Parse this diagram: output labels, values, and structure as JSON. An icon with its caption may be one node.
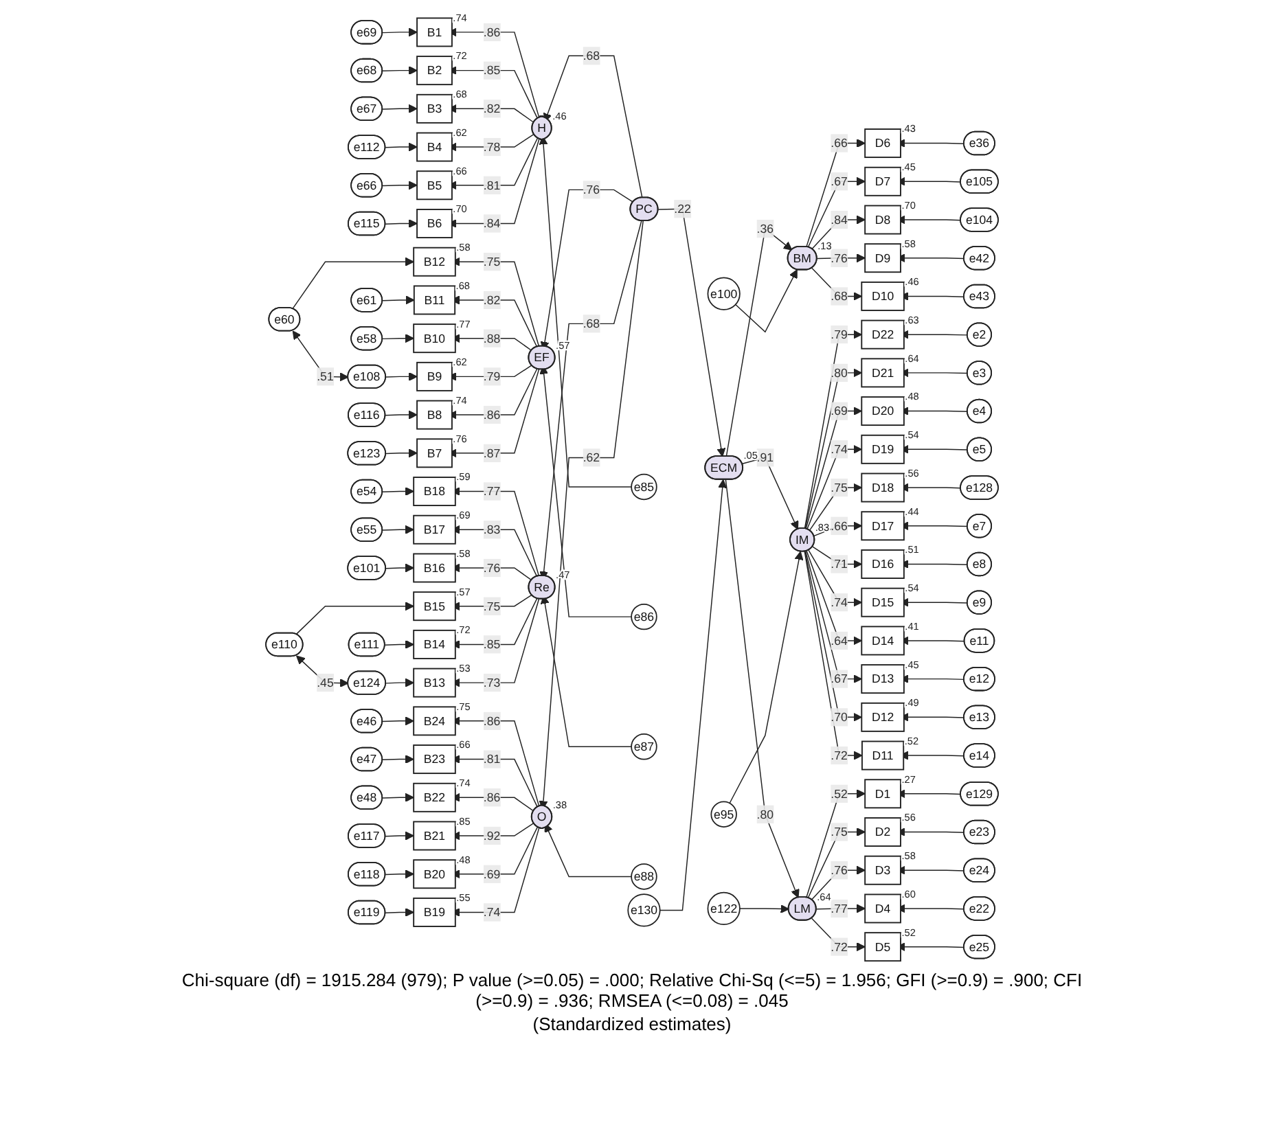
{
  "diagram": {
    "caption": "Chi-square (df) = 1915.284 (979); P value (>=0.05) = .000; Relative Chi-Sq (<=5) = 1.956; GFI (>=0.9) = .900; CFI (>=0.9) = .936; RMSEA (<=0.08) = .045",
    "labels": [
      "(Standardized estimates)"
    ],
    "nodes": [
      {
        "text": [
          "H"
        ],
        "beside": [
          ".46"
        ]
      },
      {
        "text": [
          "EF"
        ],
        "beside": [
          ".57"
        ]
      },
      {
        "text": [
          "Re"
        ],
        "beside": [
          ".47"
        ]
      },
      {
        "text": [
          "O"
        ],
        "beside": [
          ".38"
        ]
      },
      {
        "text": [
          "PC"
        ]
      },
      {
        "text": [
          "ECM"
        ],
        "beside": [
          ".05"
        ]
      },
      {
        "text": [
          "BM"
        ],
        "beside": [
          ".13"
        ]
      },
      {
        "text": [
          "IM"
        ],
        "beside": [
          ".83"
        ]
      },
      {
        "text": [
          "LM"
        ],
        "beside": [
          ".64"
        ]
      },
      {
        "text": [
          "e85"
        ]
      },
      {
        "text": [
          "e86"
        ]
      },
      {
        "text": [
          "e87"
        ]
      },
      {
        "text": [
          "e88"
        ]
      },
      {
        "text": [
          "e130"
        ]
      },
      {
        "text": [
          "e100"
        ]
      },
      {
        "text": [
          "e95"
        ]
      },
      {
        "text": [
          "e122"
        ]
      },
      {
        "text": [
          "B1"
        ],
        "beside": [
          ".74"
        ]
      },
      {
        "text": [
          "B2"
        ],
        "beside": [
          ".72"
        ]
      },
      {
        "text": [
          "B3"
        ],
        "beside": [
          ".68"
        ]
      },
      {
        "text": [
          "B4"
        ],
        "beside": [
          ".62"
        ]
      },
      {
        "text": [
          "B5"
        ],
        "beside": [
          ".66"
        ]
      },
      {
        "text": [
          "B6"
        ],
        "beside": [
          ".70"
        ]
      },
      {
        "text": [
          "B12"
        ],
        "beside": [
          ".58"
        ]
      },
      {
        "text": [
          "B11"
        ],
        "beside": [
          ".68"
        ]
      },
      {
        "text": [
          "B10"
        ],
        "beside": [
          ".77"
        ]
      },
      {
        "text": [
          "B9"
        ],
        "beside": [
          ".62"
        ]
      },
      {
        "text": [
          "B8"
        ],
        "beside": [
          ".74"
        ]
      },
      {
        "text": [
          "B7"
        ],
        "beside": [
          ".76"
        ]
      },
      {
        "text": [
          "B18"
        ],
        "beside": [
          ".59"
        ]
      },
      {
        "text": [
          "B17"
        ],
        "beside": [
          ".69"
        ]
      },
      {
        "text": [
          "B16"
        ],
        "beside": [
          ".58"
        ]
      },
      {
        "text": [
          "B15"
        ],
        "beside": [
          ".57"
        ]
      },
      {
        "text": [
          "B14"
        ],
        "beside": [
          ".72"
        ]
      },
      {
        "text": [
          "B13"
        ],
        "beside": [
          ".53"
        ]
      },
      {
        "text": [
          "B24"
        ],
        "beside": [
          ".75"
        ]
      },
      {
        "text": [
          "B23"
        ],
        "beside": [
          ".66"
        ]
      },
      {
        "text": [
          "B22"
        ],
        "beside": [
          ".74"
        ]
      },
      {
        "text": [
          "B21"
        ],
        "beside": [
          ".85"
        ]
      },
      {
        "text": [
          "B20"
        ],
        "beside": [
          ".48"
        ]
      },
      {
        "text": [
          "B19"
        ],
        "beside": [
          ".55"
        ]
      },
      {
        "text": [
          "e69"
        ]
      },
      {
        "text": [
          "e68"
        ]
      },
      {
        "text": [
          "e67"
        ]
      },
      {
        "text": [
          "e112"
        ]
      },
      {
        "text": [
          "e66"
        ]
      },
      {
        "text": [
          "e115"
        ]
      },
      {
        "text": [
          "e60"
        ]
      },
      {
        "text": [
          "e61"
        ]
      },
      {
        "text": [
          "e58"
        ]
      },
      {
        "text": [
          "e108"
        ]
      },
      {
        "text": [
          "e116"
        ]
      },
      {
        "text": [
          "e123"
        ]
      },
      {
        "text": [
          "e54"
        ]
      },
      {
        "text": [
          "e55"
        ]
      },
      {
        "text": [
          "e101"
        ]
      },
      {
        "text": [
          "e110"
        ]
      },
      {
        "text": [
          "e111"
        ]
      },
      {
        "text": [
          "e124"
        ]
      },
      {
        "text": [
          "e46"
        ]
      },
      {
        "text": [
          "e47"
        ]
      },
      {
        "text": [
          "e48"
        ]
      },
      {
        "text": [
          "e117"
        ]
      },
      {
        "text": [
          "e118"
        ]
      },
      {
        "text": [
          "e119"
        ]
      },
      {
        "text": [
          "D6"
        ],
        "beside": [
          ".43"
        ]
      },
      {
        "text": [
          "D7"
        ],
        "beside": [
          ".45"
        ]
      },
      {
        "text": [
          "D8"
        ],
        "beside": [
          ".70"
        ]
      },
      {
        "text": [
          "D9"
        ],
        "beside": [
          ".58"
        ]
      },
      {
        "text": [
          "D10"
        ],
        "beside": [
          ".46"
        ]
      },
      {
        "text": [
          "D22"
        ],
        "beside": [
          ".63"
        ]
      },
      {
        "text": [
          "D21"
        ],
        "beside": [
          ".64"
        ]
      },
      {
        "text": [
          "D20"
        ],
        "beside": [
          ".48"
        ]
      },
      {
        "text": [
          "D19"
        ],
        "beside": [
          ".54"
        ]
      },
      {
        "text": [
          "D18"
        ],
        "beside": [
          ".56"
        ]
      },
      {
        "text": [
          "D17"
        ],
        "beside": [
          ".44"
        ]
      },
      {
        "text": [
          "D16"
        ],
        "beside": [
          ".51"
        ]
      },
      {
        "text": [
          "D15"
        ],
        "beside": [
          ".54"
        ]
      },
      {
        "text": [
          "D14"
        ],
        "beside": [
          ".41"
        ]
      },
      {
        "text": [
          "D13"
        ],
        "beside": [
          ".45"
        ]
      },
      {
        "text": [
          "D12"
        ],
        "beside": [
          ".49"
        ]
      },
      {
        "text": [
          "D11"
        ],
        "beside": [
          ".52"
        ]
      },
      {
        "text": [
          "D1"
        ],
        "beside": [
          ".27"
        ]
      },
      {
        "text": [
          "D2"
        ],
        "beside": [
          ".56"
        ]
      },
      {
        "text": [
          "D3"
        ],
        "beside": [
          ".58"
        ]
      },
      {
        "text": [
          "D4"
        ],
        "beside": [
          ".60"
        ]
      },
      {
        "text": [
          "D5"
        ],
        "beside": [
          ".52"
        ]
      },
      {
        "text": [
          "e36"
        ]
      },
      {
        "text": [
          "e105"
        ]
      },
      {
        "text": [
          "e104"
        ]
      },
      {
        "text": [
          "e42"
        ]
      },
      {
        "text": [
          "e43"
        ]
      },
      {
        "text": [
          "e2"
        ]
      },
      {
        "text": [
          "e3"
        ]
      },
      {
        "text": [
          "e4"
        ]
      },
      {
        "text": [
          "e5"
        ]
      },
      {
        "text": [
          "e128"
        ]
      },
      {
        "text": [
          "e7"
        ]
      },
      {
        "text": [
          "e8"
        ]
      },
      {
        "text": [
          "e9"
        ]
      },
      {
        "text": [
          "e11"
        ]
      },
      {
        "text": [
          "e12"
        ]
      },
      {
        "text": [
          "e13"
        ]
      },
      {
        "text": [
          "e14"
        ]
      },
      {
        "text": [
          "e129"
        ]
      },
      {
        "text": [
          "e23"
        ]
      },
      {
        "text": [
          "e24"
        ]
      },
      {
        "text": [
          "e22"
        ]
      },
      {
        "text": [
          "e25"
        ]
      }
    ],
    "edges": [
      {
        "from": 4,
        "to": 0,
        "arrow": "to",
        "label": ".68"
      },
      {
        "from": 4,
        "to": 1,
        "arrow": "to",
        "label": ".76"
      },
      {
        "from": 4,
        "to": 2,
        "arrow": "to",
        "label": ".68"
      },
      {
        "from": 4,
        "to": 3,
        "arrow": "to",
        "label": ".62"
      },
      {
        "from": 4,
        "to": 5,
        "arrow": "to",
        "label": ".22"
      },
      {
        "from": 5,
        "to": 6,
        "arrow": "to",
        "label": ".36"
      },
      {
        "from": 5,
        "to": 7,
        "arrow": "to",
        "label": ".91"
      },
      {
        "from": 5,
        "to": 8,
        "arrow": "to",
        "label": ".80"
      },
      {
        "from": 9,
        "to": 0,
        "arrow": "to"
      },
      {
        "from": 10,
        "to": 1,
        "arrow": "to"
      },
      {
        "from": 11,
        "to": 2,
        "arrow": "to"
      },
      {
        "from": 12,
        "to": 3,
        "arrow": "to"
      },
      {
        "from": 13,
        "to": 5,
        "arrow": "to"
      },
      {
        "from": 14,
        "to": 6,
        "arrow": "to"
      },
      {
        "from": 15,
        "to": 7,
        "arrow": "to"
      },
      {
        "from": 16,
        "to": 8,
        "arrow": "to"
      },
      {
        "from": 0,
        "to": 17,
        "arrow": "to",
        "label": ".86"
      },
      {
        "from": 0,
        "to": 18,
        "arrow": "to",
        "label": ".85"
      },
      {
        "from": 0,
        "to": 19,
        "arrow": "to",
        "label": ".82"
      },
      {
        "from": 0,
        "to": 20,
        "arrow": "to",
        "label": ".78"
      },
      {
        "from": 0,
        "to": 21,
        "arrow": "to",
        "label": ".81"
      },
      {
        "from": 0,
        "to": 22,
        "arrow": "to",
        "label": ".84"
      },
      {
        "from": 1,
        "to": 23,
        "arrow": "to",
        "label": ".75"
      },
      {
        "from": 1,
        "to": 24,
        "arrow": "to",
        "label": ".82"
      },
      {
        "from": 1,
        "to": 25,
        "arrow": "to",
        "label": ".88"
      },
      {
        "from": 1,
        "to": 26,
        "arrow": "to",
        "label": ".79"
      },
      {
        "from": 1,
        "to": 27,
        "arrow": "to",
        "label": ".86"
      },
      {
        "from": 1,
        "to": 28,
        "arrow": "to",
        "label": ".87"
      },
      {
        "from": 2,
        "to": 29,
        "arrow": "to",
        "label": ".77"
      },
      {
        "from": 2,
        "to": 30,
        "arrow": "to",
        "label": ".83"
      },
      {
        "from": 2,
        "to": 31,
        "arrow": "to",
        "label": ".76"
      },
      {
        "from": 2,
        "to": 32,
        "arrow": "to",
        "label": ".75"
      },
      {
        "from": 2,
        "to": 33,
        "arrow": "to",
        "label": ".85"
      },
      {
        "from": 2,
        "to": 34,
        "arrow": "to",
        "label": ".73"
      },
      {
        "from": 3,
        "to": 35,
        "arrow": "to",
        "label": ".86"
      },
      {
        "from": 3,
        "to": 36,
        "arrow": "to",
        "label": ".81"
      },
      {
        "from": 3,
        "to": 37,
        "arrow": "to",
        "label": ".86"
      },
      {
        "from": 3,
        "to": 38,
        "arrow": "to",
        "label": ".92"
      },
      {
        "from": 3,
        "to": 39,
        "arrow": "to",
        "label": ".69"
      },
      {
        "from": 3,
        "to": 40,
        "arrow": "to",
        "label": ".74"
      },
      {
        "from": 41,
        "to": 17,
        "arrow": "to"
      },
      {
        "from": 42,
        "to": 18,
        "arrow": "to"
      },
      {
        "from": 43,
        "to": 19,
        "arrow": "to"
      },
      {
        "from": 44,
        "to": 20,
        "arrow": "to"
      },
      {
        "from": 45,
        "to": 21,
        "arrow": "to"
      },
      {
        "from": 46,
        "to": 22,
        "arrow": "to"
      },
      {
        "from": 47,
        "to": 23,
        "arrow": "to"
      },
      {
        "from": 48,
        "to": 24,
        "arrow": "to"
      },
      {
        "from": 49,
        "to": 25,
        "arrow": "to"
      },
      {
        "from": 50,
        "to": 26,
        "arrow": "to"
      },
      {
        "from": 51,
        "to": 27,
        "arrow": "to"
      },
      {
        "from": 52,
        "to": 28,
        "arrow": "to"
      },
      {
        "from": 53,
        "to": 29,
        "arrow": "to"
      },
      {
        "from": 54,
        "to": 30,
        "arrow": "to"
      },
      {
        "from": 55,
        "to": 31,
        "arrow": "to"
      },
      {
        "from": 56,
        "to": 32,
        "arrow": "to"
      },
      {
        "from": 57,
        "to": 33,
        "arrow": "to"
      },
      {
        "from": 58,
        "to": 34,
        "arrow": "to"
      },
      {
        "from": 59,
        "to": 35,
        "arrow": "to"
      },
      {
        "from": 60,
        "to": 36,
        "arrow": "to"
      },
      {
        "from": 61,
        "to": 37,
        "arrow": "to"
      },
      {
        "from": 62,
        "to": 38,
        "arrow": "to"
      },
      {
        "from": 63,
        "to": 39,
        "arrow": "to"
      },
      {
        "from": 64,
        "to": 40,
        "arrow": "to"
      },
      {
        "from": 47,
        "to": 50,
        "arrow": "both",
        "label": ".51"
      },
      {
        "from": 56,
        "to": 58,
        "arrow": "both",
        "label": ".45"
      },
      {
        "from": 6,
        "to": 65,
        "arrow": "to",
        "label": ".66"
      },
      {
        "from": 6,
        "to": 66,
        "arrow": "to",
        "label": ".67"
      },
      {
        "from": 6,
        "to": 67,
        "arrow": "to",
        "label": ".84"
      },
      {
        "from": 6,
        "to": 68,
        "arrow": "to",
        "label": ".76"
      },
      {
        "from": 6,
        "to": 69,
        "arrow": "to",
        "label": ".68"
      },
      {
        "from": 7,
        "to": 70,
        "arrow": "to",
        "label": ".79"
      },
      {
        "from": 7,
        "to": 71,
        "arrow": "to",
        "label": ".80"
      },
      {
        "from": 7,
        "to": 72,
        "arrow": "to",
        "label": ".69"
      },
      {
        "from": 7,
        "to": 73,
        "arrow": "to",
        "label": ".74"
      },
      {
        "from": 7,
        "to": 74,
        "arrow": "to",
        "label": ".75"
      },
      {
        "from": 7,
        "to": 75,
        "arrow": "to",
        "label": ".66"
      },
      {
        "from": 7,
        "to": 76,
        "arrow": "to",
        "label": ".71"
      },
      {
        "from": 7,
        "to": 77,
        "arrow": "to",
        "label": ".74"
      },
      {
        "from": 7,
        "to": 78,
        "arrow": "to",
        "label": ".64"
      },
      {
        "from": 7,
        "to": 79,
        "arrow": "to",
        "label": ".67"
      },
      {
        "from": 7,
        "to": 80,
        "arrow": "to",
        "label": ".70"
      },
      {
        "from": 7,
        "to": 81,
        "arrow": "to",
        "label": ".72"
      },
      {
        "from": 8,
        "to": 82,
        "arrow": "to",
        "label": ".52"
      },
      {
        "from": 8,
        "to": 83,
        "arrow": "to",
        "label": ".75"
      },
      {
        "from": 8,
        "to": 84,
        "arrow": "to",
        "label": ".76"
      },
      {
        "from": 8,
        "to": 85,
        "arrow": "to",
        "label": ".77"
      },
      {
        "from": 8,
        "to": 86,
        "arrow": "to",
        "label": ".72"
      },
      {
        "from": 87,
        "to": 65,
        "arrow": "to"
      },
      {
        "from": 88,
        "to": 66,
        "arrow": "to"
      },
      {
        "from": 89,
        "to": 67,
        "arrow": "to"
      },
      {
        "from": 90,
        "to": 68,
        "arrow": "to"
      },
      {
        "from": 91,
        "to": 69,
        "arrow": "to"
      },
      {
        "from": 92,
        "to": 70,
        "arrow": "to"
      },
      {
        "from": 93,
        "to": 71,
        "arrow": "to"
      },
      {
        "from": 94,
        "to": 72,
        "arrow": "to"
      },
      {
        "from": 95,
        "to": 73,
        "arrow": "to"
      },
      {
        "from": 96,
        "to": 74,
        "arrow": "to"
      },
      {
        "from": 97,
        "to": 75,
        "arrow": "to"
      },
      {
        "from": 98,
        "to": 76,
        "arrow": "to"
      },
      {
        "from": 99,
        "to": 77,
        "arrow": "to"
      },
      {
        "from": 100,
        "to": 78,
        "arrow": "to"
      },
      {
        "from": 101,
        "to": 79,
        "arrow": "to"
      },
      {
        "from": 102,
        "to": 80,
        "arrow": "to"
      },
      {
        "from": 103,
        "to": 81,
        "arrow": "to"
      },
      {
        "from": 104,
        "to": 82,
        "arrow": "to"
      },
      {
        "from": 105,
        "to": 83,
        "arrow": "to"
      },
      {
        "from": 106,
        "to": 84,
        "arrow": "to"
      },
      {
        "from": 107,
        "to": 85,
        "arrow": "to"
      },
      {
        "from": 108,
        "to": 86,
        "arrow": "to"
      }
    ]
  }
}
